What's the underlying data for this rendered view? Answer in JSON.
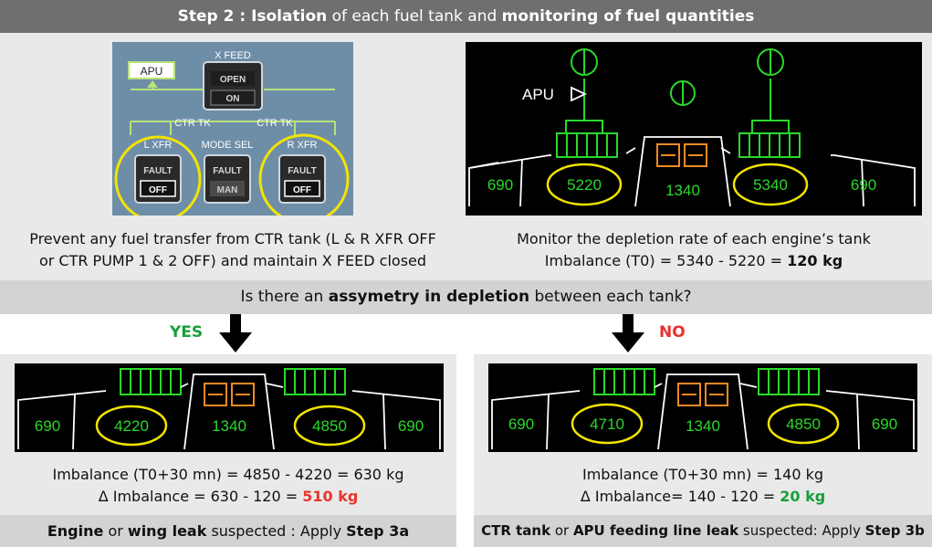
{
  "header": {
    "pre": "Step 2 : ",
    "b1": "Isolation",
    "mid": " of each fuel tank and ",
    "b2": "monitoring of fuel quantities"
  },
  "overhead_panel": {
    "apu": "APU",
    "xfeed_title": "X FEED",
    "xfeed_open": "OPEN",
    "xfeed_on": "ON",
    "ctr_tk_left": "CTR TK",
    "ctr_tk_right": "CTR TK",
    "lxfr_title": "L XFR",
    "mode_sel_title": "MODE SEL",
    "rxfr_title": "R XFR",
    "lxfr_fault": "FAULT",
    "lxfr_off": "OFF",
    "mode_fault": "FAULT",
    "mode_man": "MAN",
    "rxfr_fault": "FAULT",
    "rxfr_off": "OFF"
  },
  "main_display": {
    "apu": "APU",
    "left_outer": "690",
    "left_inner": "5220",
    "center": "1340",
    "right_inner": "5340",
    "right_outer": "690"
  },
  "left_caption": {
    "line1": "Prevent any fuel transfer from CTR tank (L & R XFR OFF",
    "line2": "or CTR PUMP 1 & 2 OFF) and maintain X FEED closed"
  },
  "right_caption": {
    "line1": "Monitor the depletion rate of each engine’s tank",
    "line2_pre": "Imbalance (T0) = 5340 - 5220 = ",
    "line2_bold": "120 kg"
  },
  "question": {
    "pre": "Is there an ",
    "bold": "assymetry in depletion",
    "post": " between each tank?"
  },
  "yes_branch": {
    "label": "YES",
    "display": {
      "left_outer": "690",
      "left_inner": "4220",
      "center": "1340",
      "right_inner": "4850",
      "right_outer": "690"
    },
    "line1": "Imbalance (T0+30 mn) =  4850 - 4220 = 630 kg",
    "line2_pre": "Δ Imbalance = 630 - 120 = ",
    "line2_value": "510 kg",
    "footer_b1": "Engine",
    "footer_t1": " or ",
    "footer_b2": "wing leak",
    "footer_t2": " suspected : Apply ",
    "footer_b3": "Step 3a"
  },
  "no_branch": {
    "label": "NO",
    "display": {
      "left_outer": "690",
      "left_inner": "4710",
      "center": "1340",
      "right_inner": "4850",
      "right_outer": "690"
    },
    "line1": "Imbalance (T0+30 mn) = 140 kg",
    "line2_pre": "Δ Imbalance= 140 - 120 = ",
    "line2_value": "20 kg",
    "footer_b1": "CTR tank",
    "footer_t1": " or ",
    "footer_b2": "APU feeding line leak",
    "footer_t2": " suspected: Apply ",
    "footer_b3": "Step 3b"
  },
  "colors": {
    "ecam_green": "#2bd82b",
    "ecam_amber": "#f08a24",
    "highlight_yellow": "#f2e400",
    "alert_red": "#e8332e",
    "ok_green": "#1a9e3a"
  }
}
